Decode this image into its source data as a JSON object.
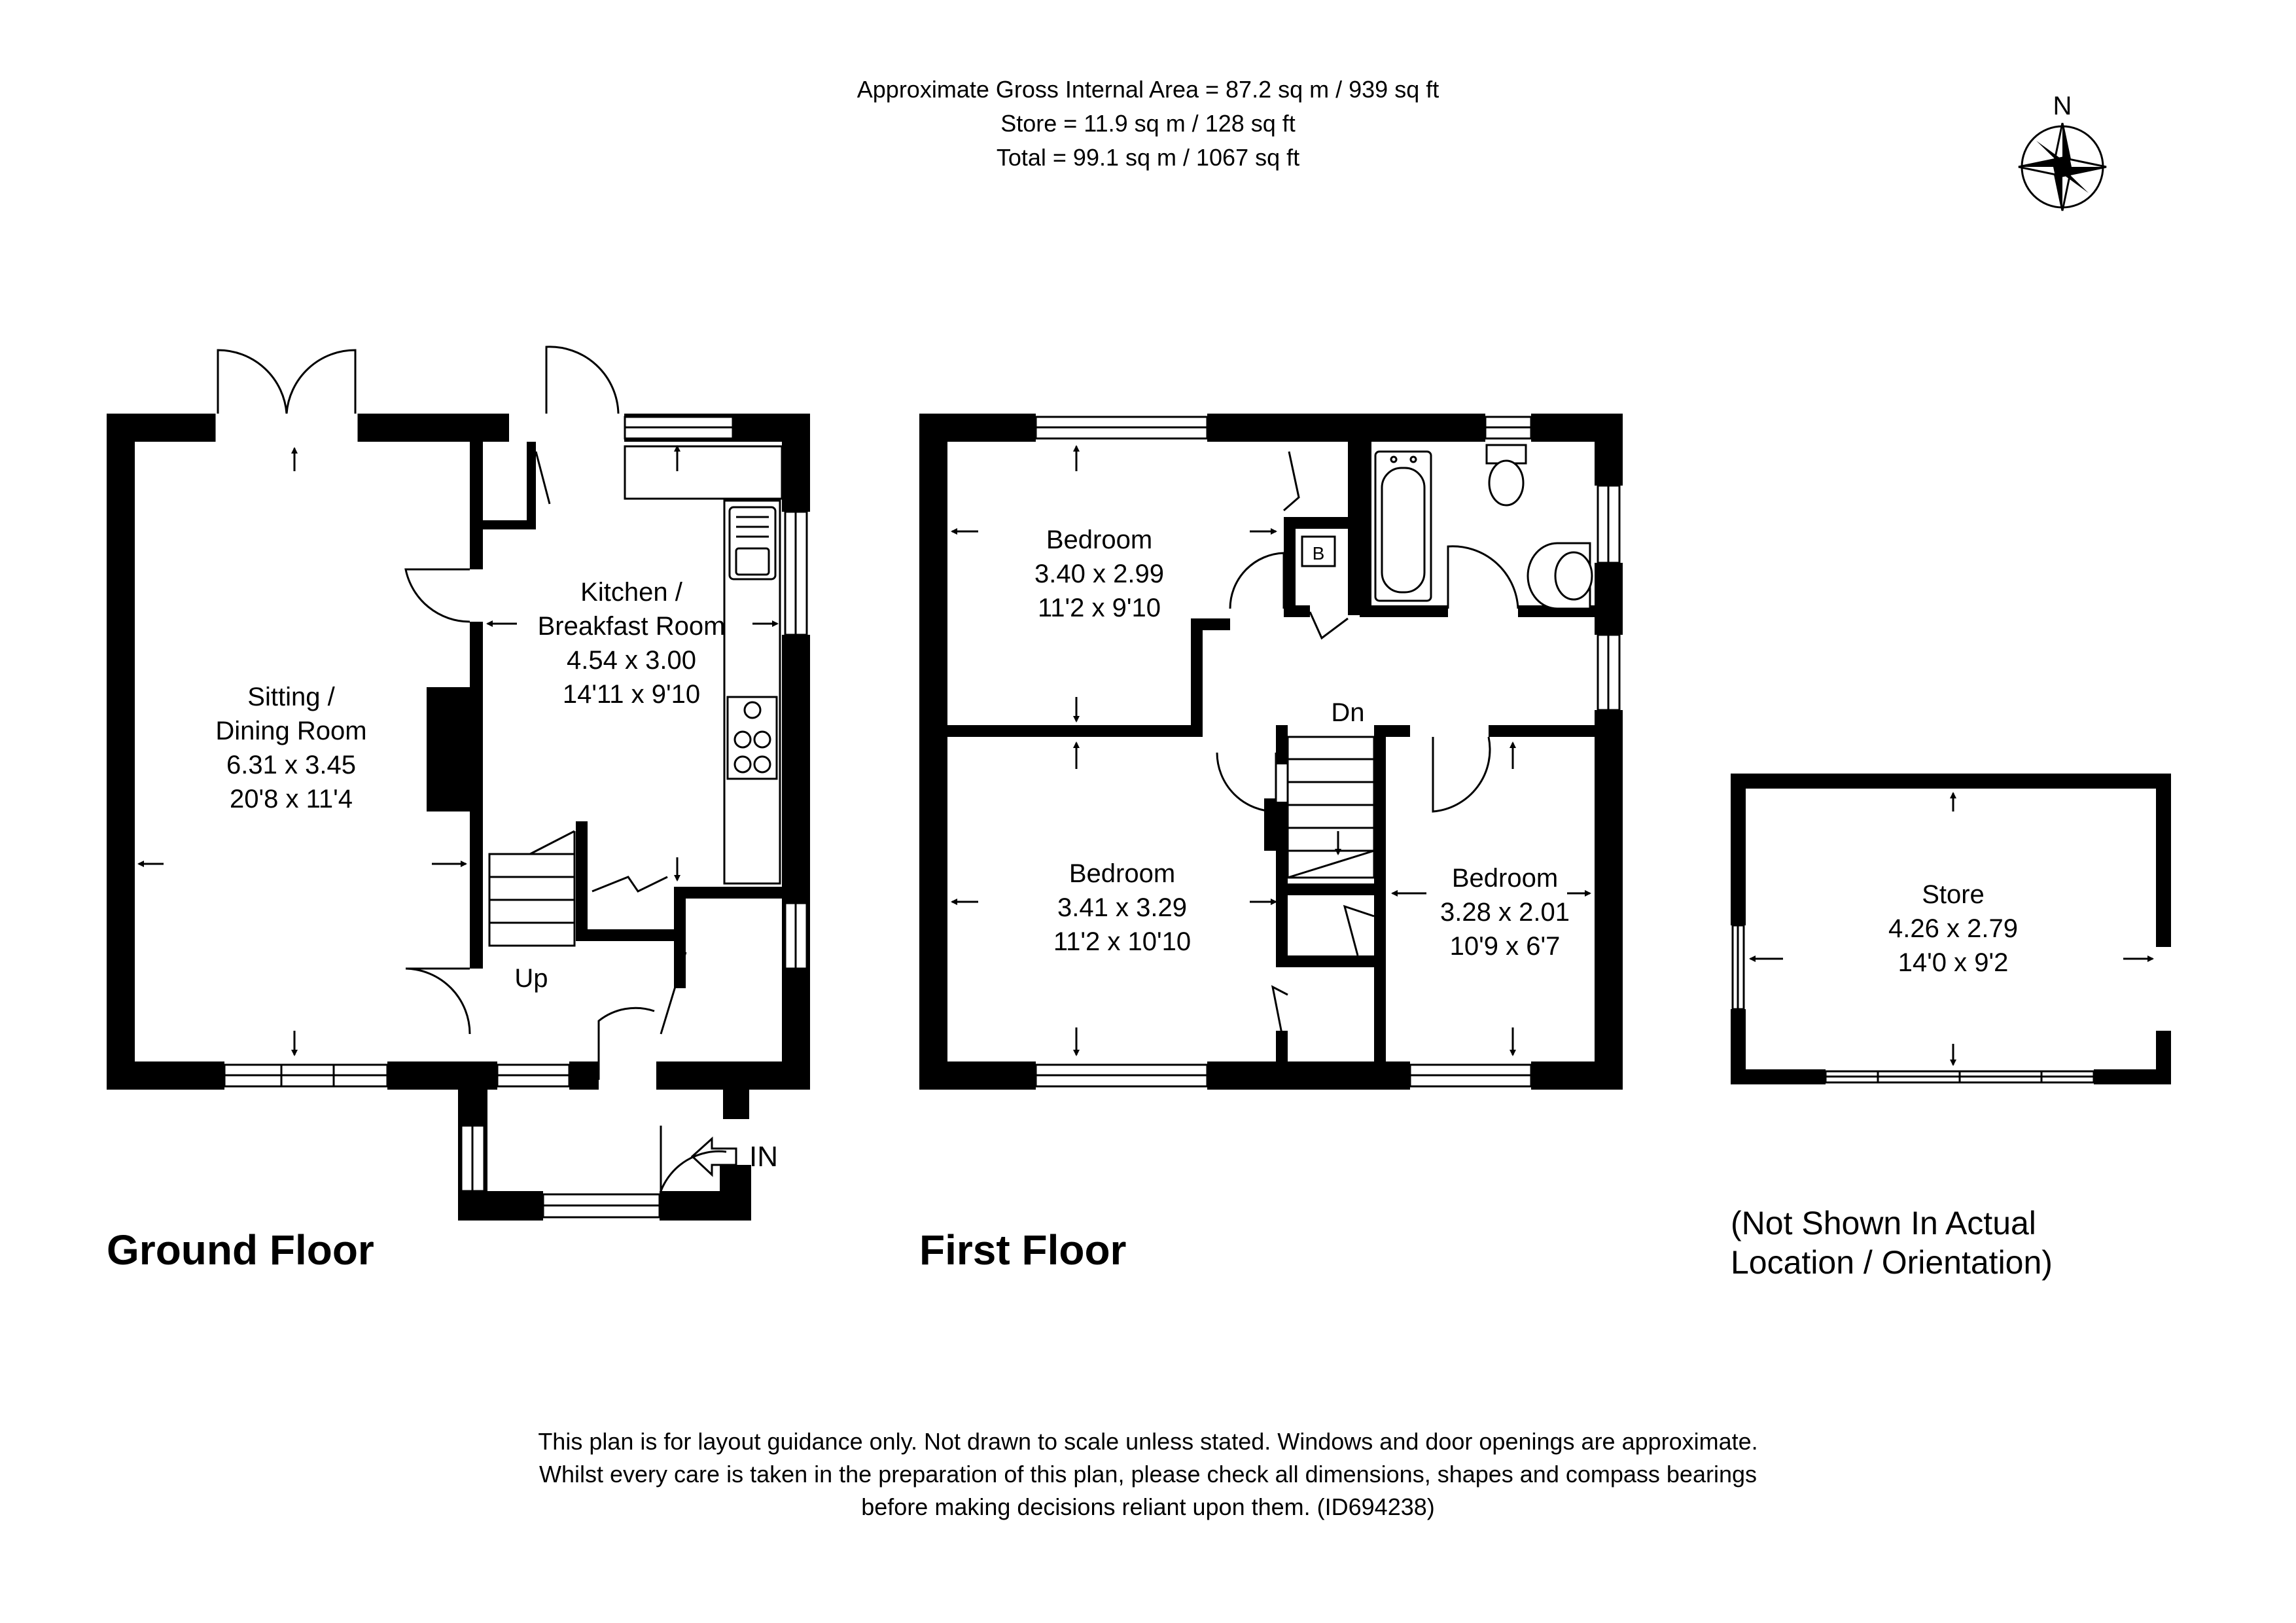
{
  "header": {
    "gross_area": "Approximate Gross Internal Area = 87.2 sq m / 939 sq ft",
    "store_area": "Store = 11.9 sq m / 128 sq ft",
    "total_area": "Total = 99.1 sq m / 1067 sq ft"
  },
  "compass": {
    "label": "N"
  },
  "ground_floor": {
    "title": "Ground Floor",
    "sitting": {
      "line1": "Sitting /",
      "line2": "Dining Room",
      "metric": "6.31 x 3.45",
      "imperial": "20'8 x 11'4"
    },
    "kitchen": {
      "line1": "Kitchen /",
      "line2": "Breakfast Room",
      "metric": "4.54 x 3.00",
      "imperial": "14'11 x 9'10"
    },
    "stairs_label": "Up",
    "entrance_label": "IN"
  },
  "first_floor": {
    "title": "First Floor",
    "bedroom1": {
      "name": "Bedroom",
      "metric": "3.40 x 2.99",
      "imperial": "11'2 x 9'10"
    },
    "bedroom2": {
      "name": "Bedroom",
      "metric": "3.41 x 3.29",
      "imperial": "11'2 x 10'10"
    },
    "bedroom3": {
      "name": "Bedroom",
      "metric": "3.28 x 2.01",
      "imperial": "10'9 x 6'7"
    },
    "stairs_label": "Dn",
    "boiler_label": "B"
  },
  "store": {
    "name": "Store",
    "metric": "4.26 x 2.79",
    "imperial": "14'0 x 9'2",
    "note_line1": "(Not Shown In Actual",
    "note_line2": "Location / Orientation)"
  },
  "disclaimer": {
    "line1": "This plan is for layout guidance only. Not drawn to scale unless stated. Windows and door openings are approximate.",
    "line2": "Whilst every care is taken in the preparation of this plan, please check all dimensions, shapes and compass bearings",
    "line3": "before making decisions reliant upon them. (ID694238)"
  }
}
